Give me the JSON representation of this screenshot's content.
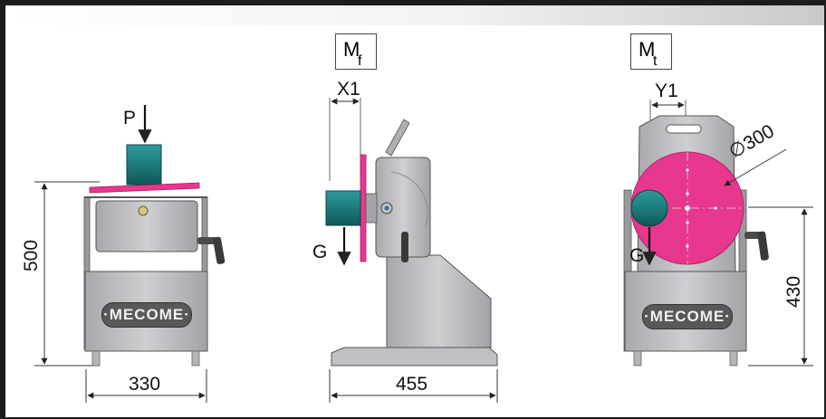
{
  "views": {
    "front_left": {
      "load_label": "P",
      "height_dimension": "500",
      "width_dimension": "330",
      "logo": "·MECOME·"
    },
    "side": {
      "moment_box": {
        "main": "M",
        "subscript": "f"
      },
      "offset_dimension": "X1",
      "weight_label": "G",
      "width_dimension": "455"
    },
    "front_right": {
      "moment_box": {
        "main": "M",
        "subscript": "t"
      },
      "offset_dimension": "Y1",
      "diameter_dimension": "300",
      "diameter_symbol": "∅",
      "weight_label": "G",
      "height_dimension": "430",
      "logo": "·MECOME·"
    }
  },
  "colors": {
    "table_magenta": "#e8378f",
    "load_teal": "#1f7f80",
    "body_gray": "#b9b9bd",
    "frame_dark": "#1c1c1c"
  }
}
